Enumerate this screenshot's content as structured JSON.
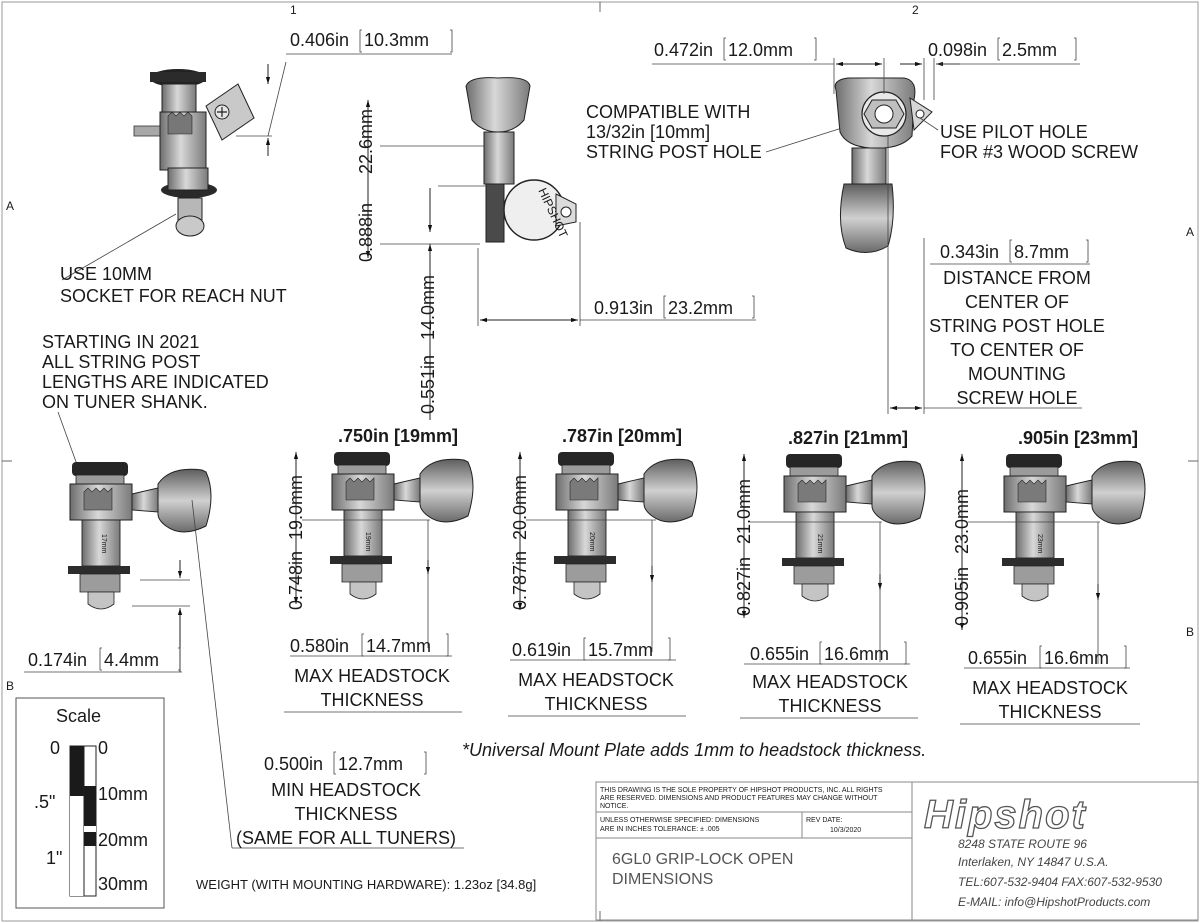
{
  "border": {
    "col_labels": [
      "1",
      "2"
    ],
    "row_labels": [
      "A",
      "B"
    ]
  },
  "dims": {
    "d_0406": {
      "in": "0.406in",
      "mm": "10.3mm"
    },
    "d_0472": {
      "in": "0.472in",
      "mm": "12.0mm"
    },
    "d_0098": {
      "in": "0.098in",
      "mm": "2.5mm"
    },
    "d_0888": {
      "in": "0.888in",
      "mm": "22.6mm"
    },
    "d_0551": {
      "in": "0.551in",
      "mm": "14.0mm"
    },
    "d_0913": {
      "in": "0.913in",
      "mm": "23.2mm"
    },
    "d_0343": {
      "in": "0.343in",
      "mm": "8.7mm"
    },
    "d_0174": {
      "in": "0.174in",
      "mm": "4.4mm"
    },
    "d_0500": {
      "in": "0.500in",
      "mm": "12.7mm"
    }
  },
  "notes": {
    "compatible": [
      "COMPATIBLE WITH",
      "13/32in [10mm]",
      "STRING POST HOLE"
    ],
    "pilot": [
      "USE PILOT HOLE",
      "FOR #3 WOOD SCREW"
    ],
    "socket": [
      "USE 10MM",
      "SOCKET FOR REACH NUT"
    ],
    "starting": [
      "STARTING IN 2021",
      "ALL STRING POST",
      "LENGTHS ARE INDICATED",
      "ON TUNER SHANK."
    ],
    "distance": [
      "DISTANCE FROM",
      "CENTER OF",
      "STRING POST HOLE",
      "TO CENTER OF",
      "MOUNTING",
      "SCREW HOLE"
    ],
    "min_headstock": [
      "MIN HEADSTOCK",
      "THICKNESS",
      "(SAME FOR ALL TUNERS)"
    ],
    "universal": "*Universal Mount Plate adds 1mm to headstock thickness.",
    "weight": "WEIGHT (WITH MOUNTING HARDWARE): 1.23oz [34.8g]"
  },
  "tuners": [
    {
      "header": ".750in [19mm]",
      "post": {
        "in": "0.748in",
        "mm": "19.0mm"
      },
      "max": {
        "in": "0.580in",
        "mm": "14.7mm"
      },
      "shank": "19mm"
    },
    {
      "header": ".787in [20mm]",
      "post": {
        "in": "0.787in",
        "mm": "20.0mm"
      },
      "max": {
        "in": "0.619in",
        "mm": "15.7mm"
      },
      "shank": "20mm"
    },
    {
      "header": ".827in [21mm]",
      "post": {
        "in": "0.827in",
        "mm": "21.0mm"
      },
      "max": {
        "in": "0.655in",
        "mm": "16.6mm"
      },
      "shank": "21mm"
    },
    {
      "header": ".905in [23mm]",
      "post": {
        "in": "0.905in",
        "mm": "23.0mm"
      },
      "max": {
        "in": "0.655in",
        "mm": "16.6mm"
      },
      "shank": "23mm"
    }
  ],
  "left_tuner_shank": "17mm",
  "max_headstock_label": [
    "MAX HEADSTOCK",
    "THICKNESS"
  ],
  "scale": {
    "title": "Scale",
    "inch_ticks": [
      "0",
      ".5\"",
      "1\""
    ],
    "mm_ticks": [
      "0",
      "10mm",
      "20mm",
      "30mm"
    ]
  },
  "title_block": {
    "property": [
      "THIS DRAWING IS THE SOLE PROPERTY OF HIPSHOT PRODUCTS, INC. ALL RIGHTS",
      "ARE RESERVED. DIMENSIONS AND PRODUCT FEATURES MAY CHANGE WITHOUT",
      "NOTICE."
    ],
    "tolerance": [
      "UNLESS OTHERWISE SPECIFIED: DIMENSIONS",
      "ARE IN INCHES TOLERANCE:  ± .005"
    ],
    "rev_label": "REV DATE:",
    "rev_date": "10/3/2020",
    "drawing_title": [
      "6GL0 GRIP-LOCK OPEN",
      "DIMENSIONS"
    ],
    "logo": "Hipshot",
    "address": [
      "8248 STATE ROUTE 96",
      "Interlaken, NY 14847 U.S.A.",
      "TEL:607-532-9404 FAX:607-532-9530",
      "E-MAIL: info@HipshotProducts.com"
    ]
  },
  "tuner_body_text": "HIPSHOT",
  "colors": {
    "ink": "#1a1a1a",
    "metal": "#9a9a9a",
    "button": "#2a2a2a"
  }
}
